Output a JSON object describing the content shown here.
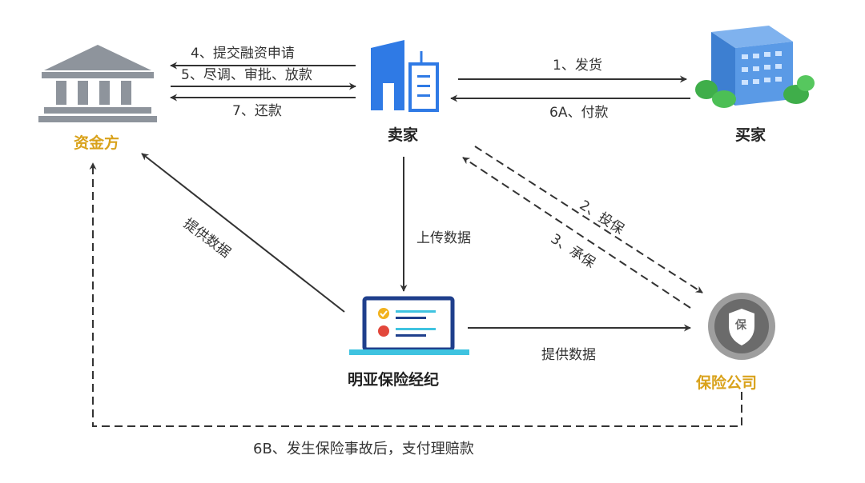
{
  "nodes": {
    "funder": "资金方",
    "seller": "卖家",
    "buyer": "买家",
    "broker": "明亚保险经纪",
    "insurer": "保险公司",
    "insurer_badge": "保"
  },
  "edges": {
    "apply_financing": "4、提交融资申请",
    "due_diligence": "5、尽调、审批、放款",
    "repay": "7、还款",
    "ship": "1、发货",
    "pay": "6A、付款",
    "insure": "2、投保",
    "underwrite": "3、承保",
    "upload_data_seller": "上传数据",
    "provide_data_funder": "提供数据",
    "provide_data_insurer": "提供数据",
    "claim_payment": "6B、发生保险事故后，支付理赔款"
  },
  "colors": {
    "gold": "#d9a21b",
    "arrow": "#333333",
    "bank_gray": "#8e949c",
    "seller_blue": "#2f7ae5",
    "broker_blue": "#1f3f8c",
    "broker_cyan": "#3fc3e0",
    "insurer_gray": "#6b6b6b"
  },
  "icons": {
    "funder": "bank-icon",
    "seller": "office-building-icon",
    "buyer": "corporate-building-icon",
    "broker": "laptop-icon",
    "insurer": "shield-badge-icon"
  }
}
